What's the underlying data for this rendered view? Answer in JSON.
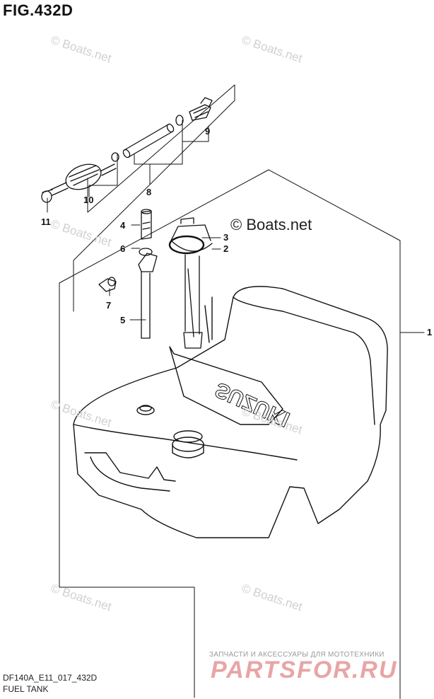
{
  "figure": {
    "title": "FIG.432D",
    "code": "DF140A_E11_017_432D",
    "name": "FUEL TANK"
  },
  "copyright": "© Boats.net",
  "watermark_text": "© Boats.net",
  "brand": {
    "tagline": "ЗАПЧАСТИ И АКСЕССУАРЫ ДЛЯ МОТОТЕХНИКИ",
    "name": "PARTSFOR.RU",
    "color": "#e8a5a5"
  },
  "tank_logo": "SUZUKI",
  "callouts": [
    "1",
    "2",
    "3",
    "4",
    "5",
    "6",
    "7",
    "8",
    "9",
    "10",
    "11"
  ]
}
